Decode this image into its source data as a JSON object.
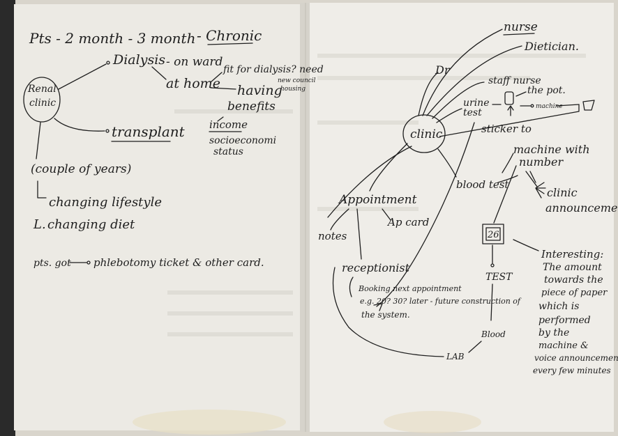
{
  "left_page": {
    "header": "Pts - 2 month - 3 month",
    "chronic": "- Chronic",
    "renal_clinic": [
      "Renal",
      "clinic"
    ],
    "dialysis": "Dialysis",
    "on_ward": "- on ward",
    "at_home": "at home",
    "fit_for_dialysis": "fit for dialysis? need",
    "fit_note": [
      "new council",
      "housing"
    ],
    "having": "having",
    "benefits": "benefits",
    "income": "income",
    "socioeconomic": [
      "socioeconomi",
      "status"
    ],
    "transplant": "transplant",
    "couple_of_years": "(couple of years)",
    "changing_lifestyle": "changing lifestyle",
    "changing_diet": "changing diet",
    "pts_got": "pts. got",
    "phlebotomy": "phlebotomy ticket & other card."
  },
  "right_page": {
    "clinic": "clinic",
    "dr": "Dr",
    "nurse": "nurse",
    "dietician": "Dietician.",
    "staff_nurse": "staff nurse",
    "urine_test": [
      "urine",
      "test"
    ],
    "the_pot": "the pot.",
    "machine_small": "machine",
    "sticker_to": "sticker to",
    "machine_with_number": [
      "machine with",
      "number"
    ],
    "clinic_announcements": [
      "clinic",
      "announcements"
    ],
    "blood_test": "blood test",
    "appointment": "Appointment",
    "ap_card": "Ap card",
    "notes": "notes",
    "receptionist": "receptionist",
    "booking": [
      "Booking next appointment",
      "e.g. 20? 30? later - future construction of",
      "the system."
    ],
    "ticket_number": "26",
    "test": "TEST",
    "blood": "Blood",
    "lab": "LAB",
    "interesting": [
      "Interesting:",
      "The amount",
      "towards the",
      "piece of paper",
      "which is",
      "performed",
      "by the",
      "machine &",
      "voice announcements",
      "every few minutes"
    ]
  }
}
